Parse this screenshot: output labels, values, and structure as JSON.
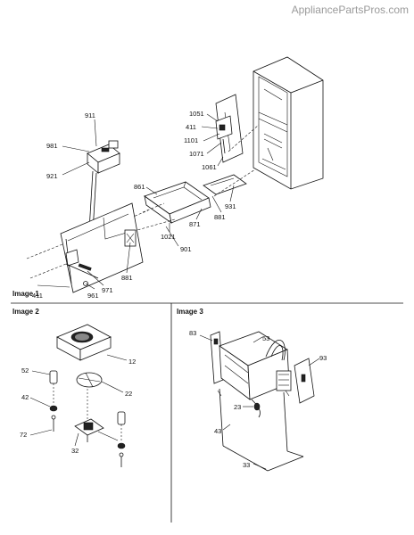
{
  "watermark": "AppliancePartsPros.com",
  "panels": {
    "image1": "Image 1",
    "image2": "Image 2",
    "image3": "Image 3"
  },
  "image1_labels": {
    "p911": "911",
    "p981": "981",
    "p921": "921",
    "p1051": "1051",
    "p411a": "411",
    "p1101": "1101",
    "p1071": "1071",
    "p1061": "1061",
    "p861": "861",
    "p931": "931",
    "p881a": "881",
    "p871": "871",
    "p1021": "1021",
    "p901": "901",
    "p881b": "881",
    "p971": "971",
    "p961": "961",
    "p411b": "411"
  },
  "image2_labels": {
    "p12": "12",
    "p52": "52",
    "p22": "22",
    "p42": "42",
    "p72": "72",
    "p32": "32"
  },
  "image3_labels": {
    "p83": "83",
    "p53": "53",
    "p93": "93",
    "p23": "23",
    "p43": "43",
    "p33": "33"
  }
}
